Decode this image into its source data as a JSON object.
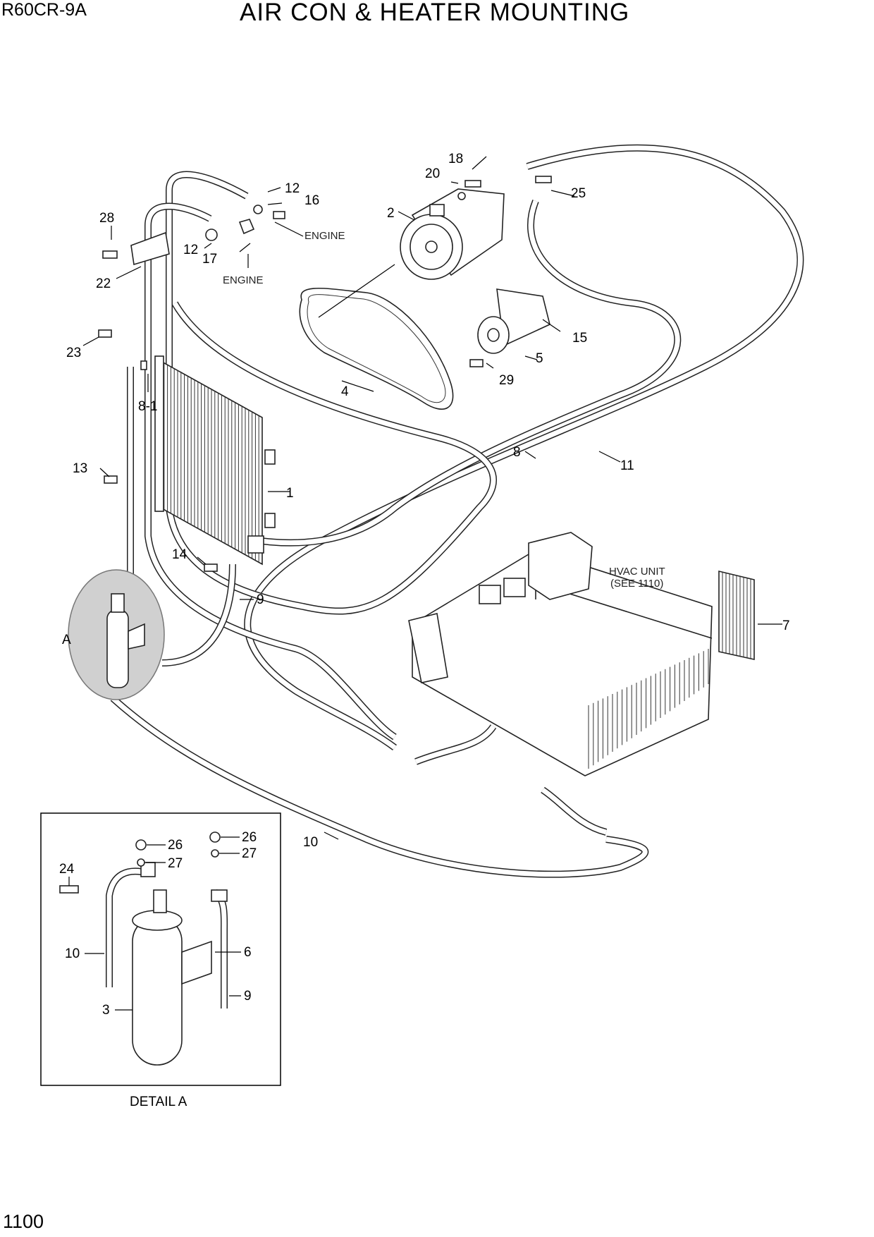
{
  "header": {
    "model": "R60CR-9A",
    "title": "AIR CON & HEATER MOUNTING"
  },
  "page_number": "1100",
  "notes": {
    "engine_1": "ENGINE",
    "engine_2": "ENGINE",
    "hvac_line1": "HVAC UNIT",
    "hvac_line2": "(SEE 1110)",
    "detail_a": "DETAIL A",
    "detail_marker": "A"
  },
  "callouts": {
    "c1": "1",
    "c2": "2",
    "c4": "4",
    "c5": "5",
    "c7": "7",
    "c8": "8",
    "c8_1": "8-1",
    "c9": "9",
    "c10": "10",
    "c11": "11",
    "c12a": "12",
    "c12b": "12",
    "c13": "13",
    "c14": "14",
    "c15": "15",
    "c16": "16",
    "c17": "17",
    "c18": "18",
    "c20": "20",
    "c22": "22",
    "c23": "23",
    "c25": "25",
    "c28": "28",
    "c29": "29"
  },
  "detail_callouts": {
    "d26a": "26",
    "d27a": "27",
    "d26b": "26",
    "d27b": "27",
    "d24": "24",
    "d10": "10",
    "d6": "6",
    "d9": "9",
    "d3": "3"
  }
}
